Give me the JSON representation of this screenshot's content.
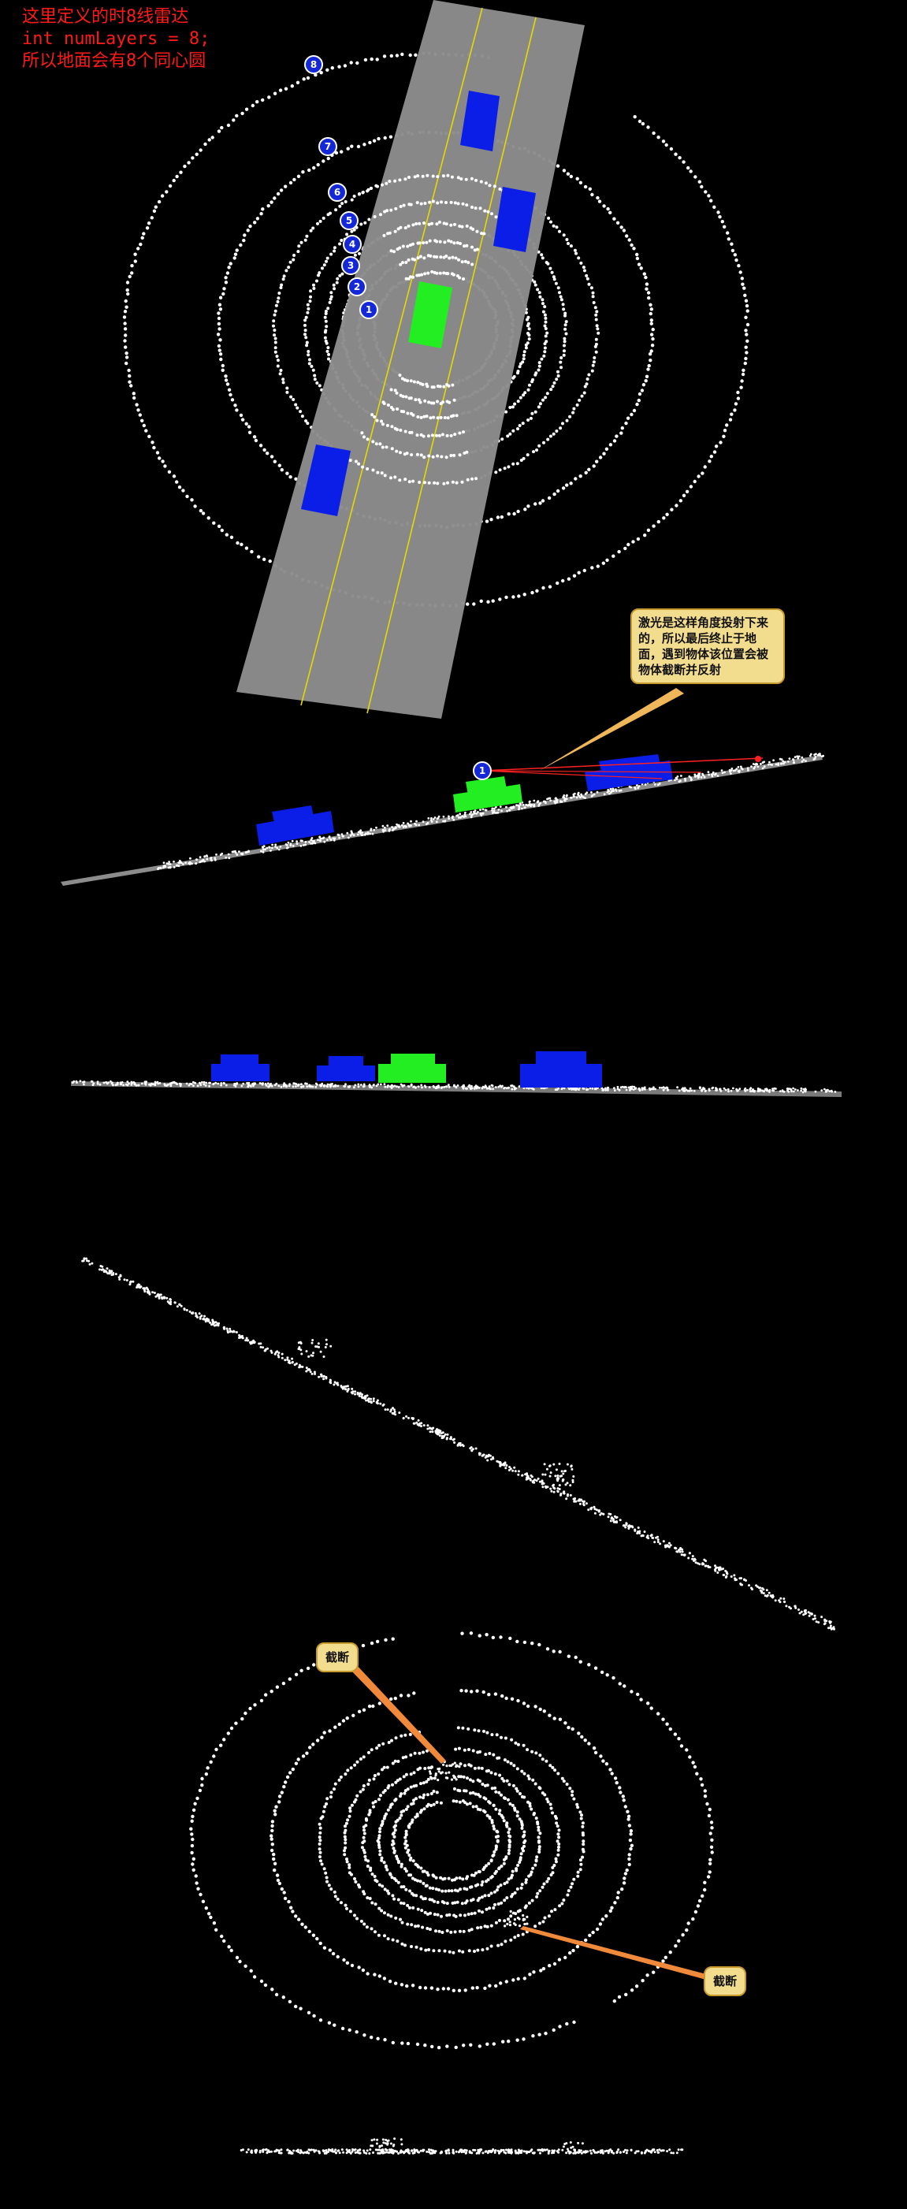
{
  "annotation_note": {
    "line1": "这里定义的时8线雷达",
    "line2": "int numLayers = 8;",
    "line3": "所以地面会有8个同心圆"
  },
  "callouts": {
    "main": "激光是这样角度投射下来的，所以最后终止于地面，遇到物体该位置会被物体截断并反射",
    "cut_a": "截断",
    "cut_b": "截断"
  },
  "ring_badges": [
    "8",
    "7",
    "6",
    "5",
    "4",
    "3",
    "2",
    "1"
  ],
  "side_badge": "1",
  "colors": {
    "background": "#000000",
    "road": "#8c8c8c",
    "lane_line": "#e6d800",
    "ego_car": "#22ee22",
    "other_car": "#0a1ee8",
    "points": "#ffffff",
    "text_red": "#ff1a1a",
    "callout_fill": "#f2dc8e",
    "laser_line": "#ff2020"
  }
}
